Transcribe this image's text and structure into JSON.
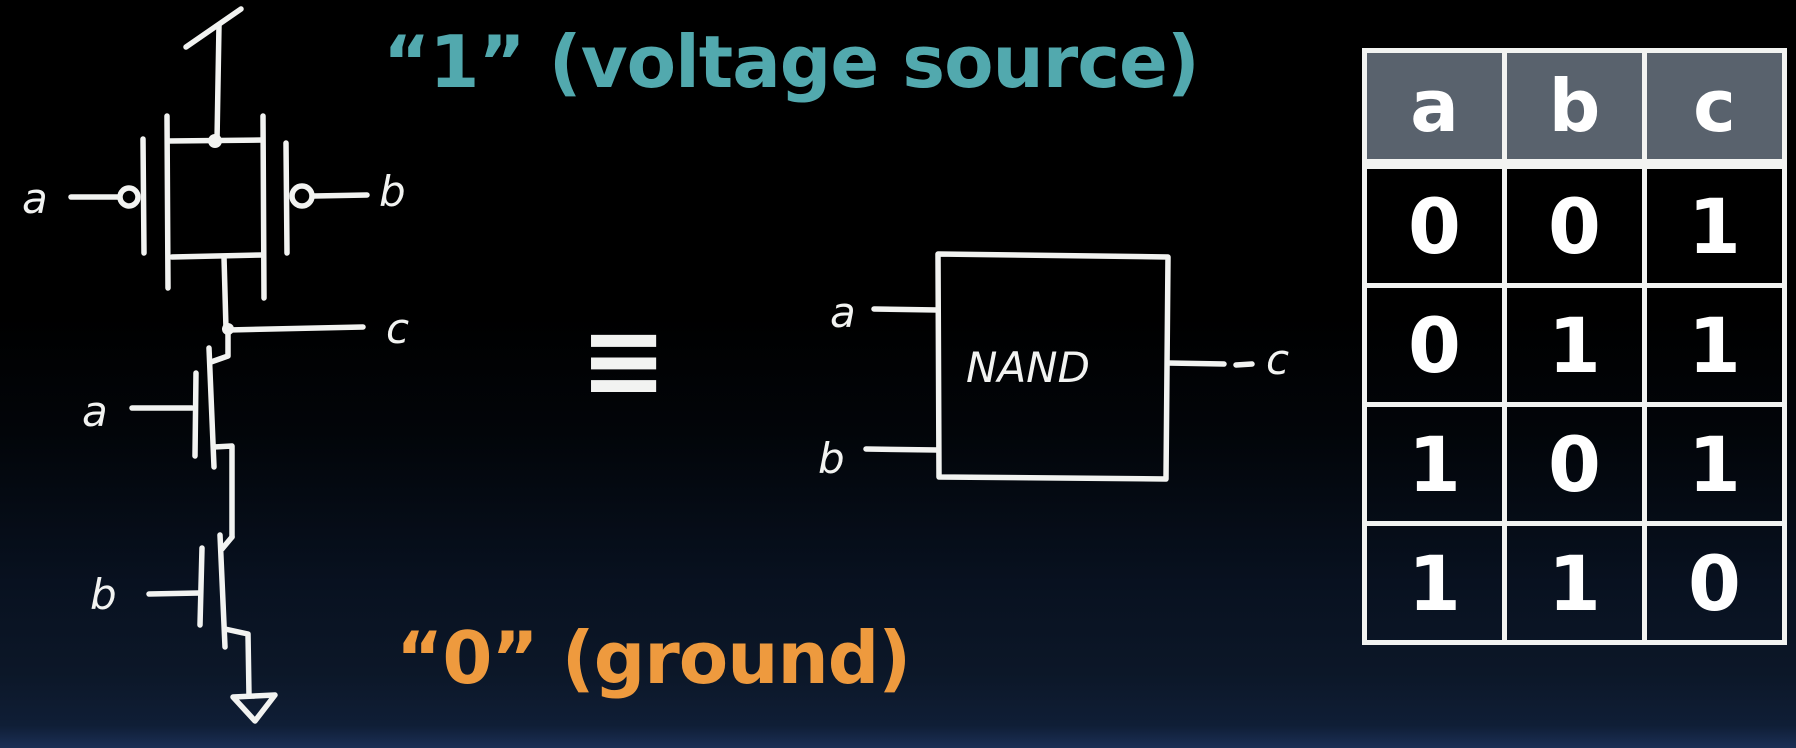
{
  "headings": {
    "voltage_source": "“1” (voltage source)",
    "ground": "“0” (ground)"
  },
  "center": {
    "equivalence_symbol": "≡"
  },
  "circuit": {
    "labels": {
      "pmos_input_a": "a",
      "pmos_input_b": "b",
      "output_c": "c",
      "nmos_input_a": "a",
      "nmos_input_b": "b"
    },
    "icons": [
      "voltage-source-icon",
      "ground-icon"
    ]
  },
  "nand_gate": {
    "label": "NAND",
    "input_a": "a",
    "input_b": "b",
    "output_c": "c"
  },
  "truth_table": {
    "headers": [
      "a",
      "b",
      "c"
    ],
    "rows": [
      [
        "0",
        "0",
        "1"
      ],
      [
        "0",
        "1",
        "1"
      ],
      [
        "1",
        "0",
        "1"
      ],
      [
        "1",
        "1",
        "0"
      ]
    ]
  },
  "colors": {
    "teal_heading": "#52a9ae",
    "orange_heading": "#ee9a3e",
    "table_header_bg": "#59626d",
    "ink": "#f2f3f1",
    "background_top": "#000000",
    "background_bottom": "#1b2f55"
  }
}
